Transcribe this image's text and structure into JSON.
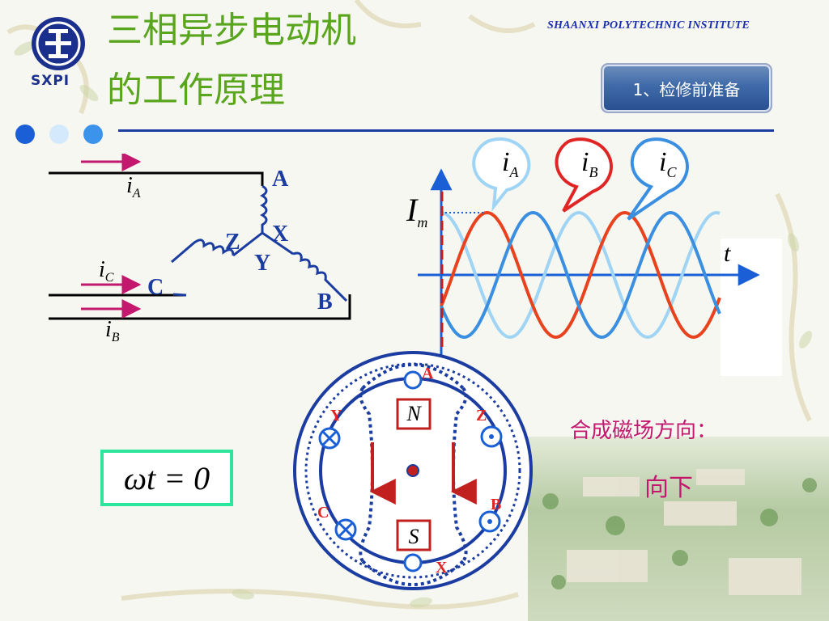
{
  "header": {
    "title_line1": "三相异步电动机",
    "title_line2": "的工作原理",
    "institute": "SHAANXI  POLYTECHNIC  INSTITUTE",
    "logo_text": "SXPI",
    "section_button": "1、检修前准备"
  },
  "circuit": {
    "labels": [
      "A",
      "X",
      "Z",
      "Y",
      "C",
      "B"
    ],
    "currents": [
      {
        "sym": "i",
        "sub": "A"
      },
      {
        "sym": "i",
        "sub": "C"
      },
      {
        "sym": "i",
        "sub": "B"
      }
    ]
  },
  "waveform": {
    "axis_y": {
      "sym": "I",
      "sub": "m"
    },
    "axis_x": "t",
    "legend": [
      {
        "sym": "i",
        "sub": "A",
        "color": "#9fd4f4"
      },
      {
        "sym": "i",
        "sub": "B",
        "color": "#e8421e"
      },
      {
        "sym": "i",
        "sub": "C",
        "color": "#3b8fe0"
      }
    ]
  },
  "motor": {
    "labels": [
      "A",
      "Y",
      "Z",
      "C",
      "B",
      "X"
    ],
    "poles": [
      "N",
      "S"
    ]
  },
  "formula": "ωt = 0",
  "result": {
    "label": "合成磁场方向：",
    "value": "向下"
  }
}
